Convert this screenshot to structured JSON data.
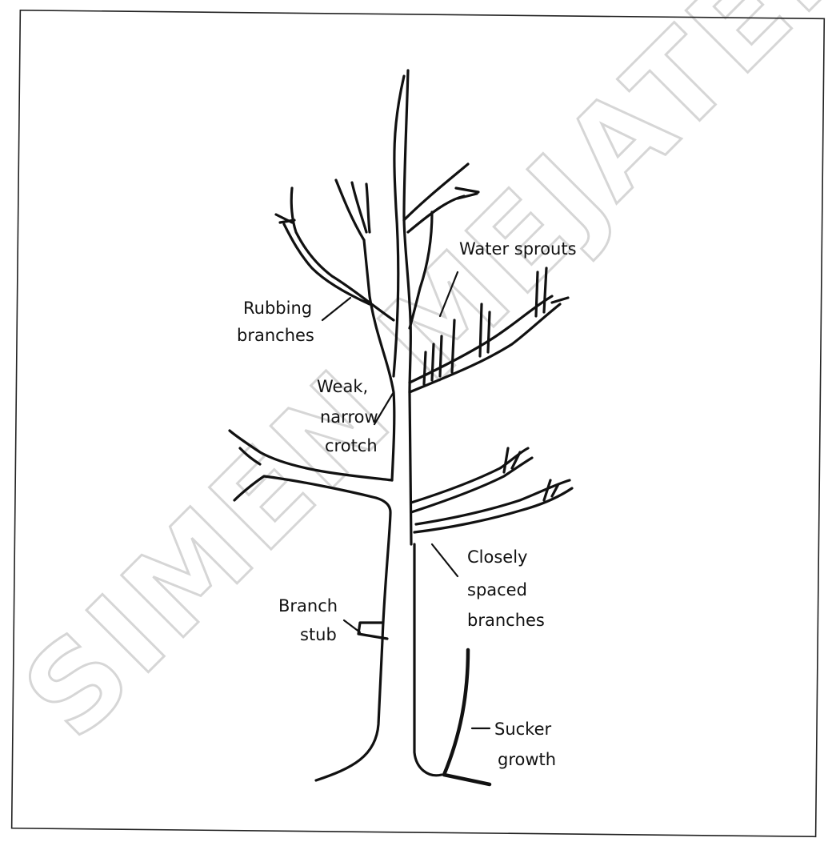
{
  "watermark": "SIMEN MEJATERKA",
  "labels": {
    "water_sprouts": "Water sprouts",
    "rubbing_branches": [
      "Rubbing",
      "branches"
    ],
    "weak_crotch": [
      "Weak,",
      "narrow",
      "crotch"
    ],
    "closely_spaced": [
      "Closely",
      "spaced",
      "branches"
    ],
    "branch_stub": [
      "Branch",
      "stub"
    ],
    "sucker_growth": [
      "Sucker",
      "growth"
    ]
  }
}
